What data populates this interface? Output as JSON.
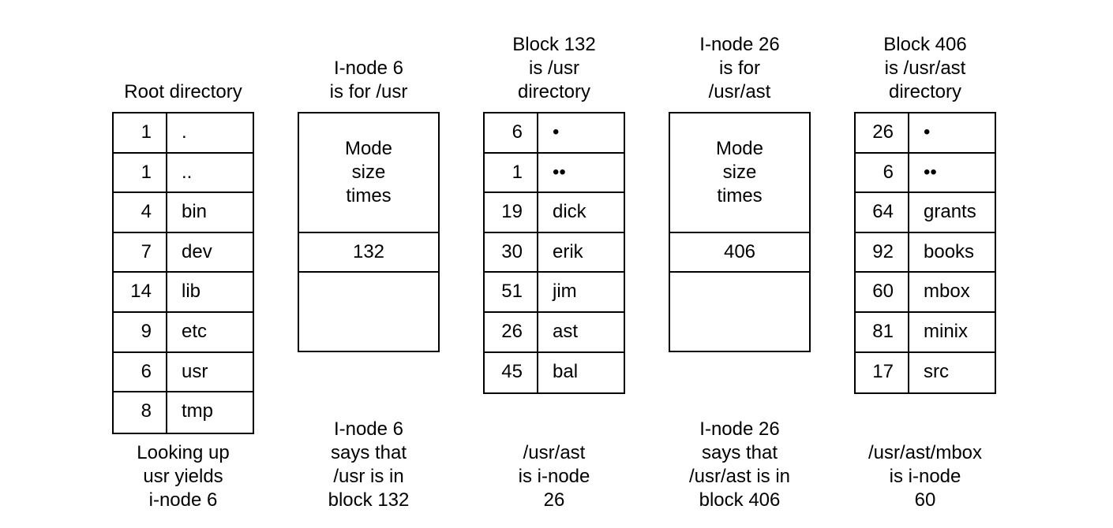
{
  "columns": [
    {
      "id": "root",
      "top_caption": "Root directory",
      "bottom_caption": "Looking up\nusr yields\ni-node 6",
      "entries": [
        {
          "num": "1",
          "name": "."
        },
        {
          "num": "1",
          "name": ".."
        },
        {
          "num": "4",
          "name": "bin"
        },
        {
          "num": "7",
          "name": "dev"
        },
        {
          "num": "14",
          "name": "lib"
        },
        {
          "num": "9",
          "name": "etc"
        },
        {
          "num": "6",
          "name": "usr"
        },
        {
          "num": "8",
          "name": "tmp"
        }
      ]
    },
    {
      "id": "inode6",
      "top_caption": "I-node 6\nis for /usr",
      "bottom_caption": "I-node 6\nsays that\n/usr is in\nblock 132",
      "attrs": "Mode\nsize\ntimes",
      "address": "132"
    },
    {
      "id": "block132",
      "top_caption": "Block 132\nis /usr\ndirectory",
      "bottom_caption": "/usr/ast\nis i-node\n26",
      "entries": [
        {
          "num": "6",
          "name": "•"
        },
        {
          "num": "1",
          "name": "••"
        },
        {
          "num": "19",
          "name": "dick"
        },
        {
          "num": "30",
          "name": "erik"
        },
        {
          "num": "51",
          "name": "jim"
        },
        {
          "num": "26",
          "name": "ast"
        },
        {
          "num": "45",
          "name": "bal"
        }
      ]
    },
    {
      "id": "inode26",
      "top_caption": "I-node 26\nis for\n/usr/ast",
      "bottom_caption": "I-node 26\nsays that\n/usr/ast is in\nblock 406",
      "attrs": "Mode\nsize\ntimes",
      "address": "406"
    },
    {
      "id": "block406",
      "top_caption": "Block 406\nis /usr/ast\ndirectory",
      "bottom_caption": "/usr/ast/mbox\nis i-node\n60",
      "entries": [
        {
          "num": "26",
          "name": "•"
        },
        {
          "num": "6",
          "name": "••"
        },
        {
          "num": "64",
          "name": "grants"
        },
        {
          "num": "92",
          "name": "books"
        },
        {
          "num": "60",
          "name": "mbox"
        },
        {
          "num": "81",
          "name": "minix"
        },
        {
          "num": "17",
          "name": "src"
        }
      ]
    }
  ]
}
